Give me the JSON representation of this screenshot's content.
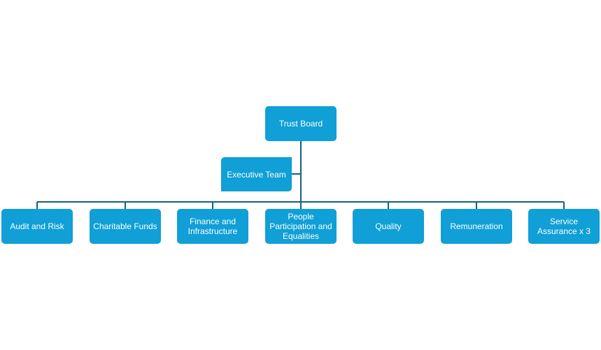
{
  "org_chart": {
    "root": {
      "label": "Trust Board"
    },
    "assistant": {
      "label": "Executive Team"
    },
    "children": [
      {
        "label": "Audit and Risk"
      },
      {
        "label": "Charitable Funds"
      },
      {
        "label": "Finance and Infrastructure"
      },
      {
        "label": "People Participation and Equalities"
      },
      {
        "label": "Quality"
      },
      {
        "label": "Remuneration"
      },
      {
        "label": "Service Assurance x 3"
      }
    ]
  },
  "colors": {
    "box_fill": "#109fd6",
    "box_text": "#ffffff",
    "connector": "#156082"
  }
}
